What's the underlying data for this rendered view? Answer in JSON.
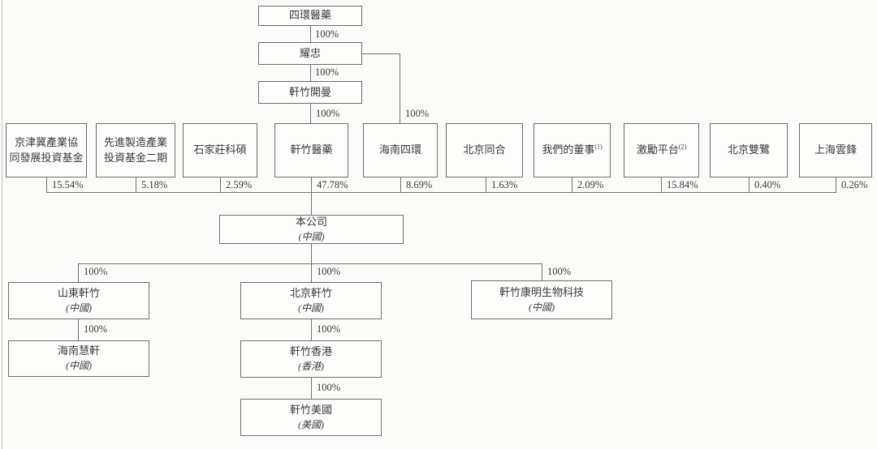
{
  "labels": {
    "full_ownership": "100%"
  },
  "top_chain": {
    "sihuan": "四環醫藥",
    "yaozhong": "耀忠",
    "cayman": "軒竹開曼"
  },
  "shareholders": [
    {
      "name": "京津冀產業協\n同發展投資基金",
      "pct": "15.54%"
    },
    {
      "name": "先進製造產業\n投資基金二期",
      "pct": "5.18%"
    },
    {
      "name": "石家莊科碩",
      "pct": "2.59%"
    },
    {
      "name": "軒竹醫藥",
      "pct": "47.78%"
    },
    {
      "name": "海南四環",
      "pct": "8.69%"
    },
    {
      "name": "北京同合",
      "pct": "1.63%"
    },
    {
      "name": "我們的董事",
      "note": "(1)",
      "pct": "2.09%"
    },
    {
      "name": "激勵平台",
      "note": "(2)",
      "pct": "15.84%"
    },
    {
      "name": "北京雙鷺",
      "pct": "0.40%"
    },
    {
      "name": "上海雲鋒",
      "pct": "0.26%"
    }
  ],
  "company": {
    "name": "本公司",
    "region": "(中國)"
  },
  "subsidiaries": {
    "shandong": {
      "name": "山東軒竹",
      "region": "(中國)"
    },
    "hainan_huixuan": {
      "name": "海南慧軒",
      "region": "(中國)"
    },
    "beijing": {
      "name": "北京軒竹",
      "region": "(中國)"
    },
    "hongkong": {
      "name": "軒竹香港",
      "region": "(香港)"
    },
    "usa": {
      "name": "軒竹美國",
      "region": "(美國)"
    },
    "kangming": {
      "name": "軒竹康明生物科技",
      "region": "(中國)"
    }
  }
}
